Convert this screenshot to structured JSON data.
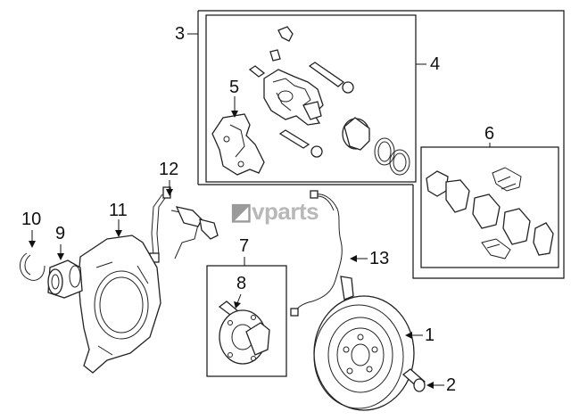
{
  "watermark": {
    "text": "vparts"
  },
  "callouts": {
    "c1": "1",
    "c2": "2",
    "c3": "3",
    "c4": "4",
    "c5": "5",
    "c6": "6",
    "c7": "7",
    "c8": "8",
    "c9": "9",
    "c10": "10",
    "c11": "11",
    "c12": "12",
    "c13": "13"
  }
}
